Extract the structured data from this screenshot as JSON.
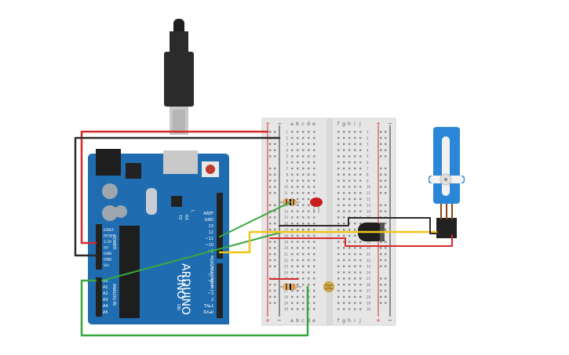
{
  "arduino": {
    "logo": "ARDUINO",
    "model": "UNO",
    "on_label": "ON",
    "tx_label": "TX",
    "rx_label": "RX",
    "l_label": "L",
    "digital_label": "DIGITAL (PWM~)",
    "power_label": "POWER",
    "analog_label": "ANALOG IN",
    "power_pins": [
      "IOREF",
      "RESET",
      "3.3V",
      "5V",
      "GND",
      "GND",
      "Vin"
    ],
    "analog_pins": [
      "A0",
      "A1",
      "A2",
      "A3",
      "A4",
      "A5"
    ],
    "digital_top": [
      "AREF",
      "GND",
      "13",
      "12",
      "~11",
      "~10",
      "~9",
      "8"
    ],
    "digital_bottom": [
      "7",
      "~6",
      "~5",
      "4",
      "~3",
      "2",
      "TX▸1",
      "RX◂0"
    ]
  },
  "breadboard": {
    "columns_left": [
      "a",
      "b",
      "c",
      "d",
      "e"
    ],
    "columns_right": [
      "f",
      "g",
      "h",
      "i",
      "j"
    ],
    "plus": "+",
    "minus": "−",
    "row_numbers": [
      "1",
      "2",
      "3",
      "4",
      "5",
      "6",
      "7",
      "8",
      "9",
      "10",
      "11",
      "12",
      "13",
      "14",
      "15",
      "16",
      "17",
      "18",
      "19",
      "20",
      "21",
      "22",
      "23",
      "24",
      "25",
      "26",
      "27",
      "28",
      "29",
      "30"
    ]
  },
  "colors": {
    "board": "#1f6db0",
    "board_dark": "#174f85",
    "breadboard": "#e6e6e6",
    "wire_red": "#d62a2a",
    "wire_black": "#2b2b2b",
    "wire_green": "#3aa640",
    "wire_yellow": "#f0c419",
    "servo": "#2a86d6"
  }
}
